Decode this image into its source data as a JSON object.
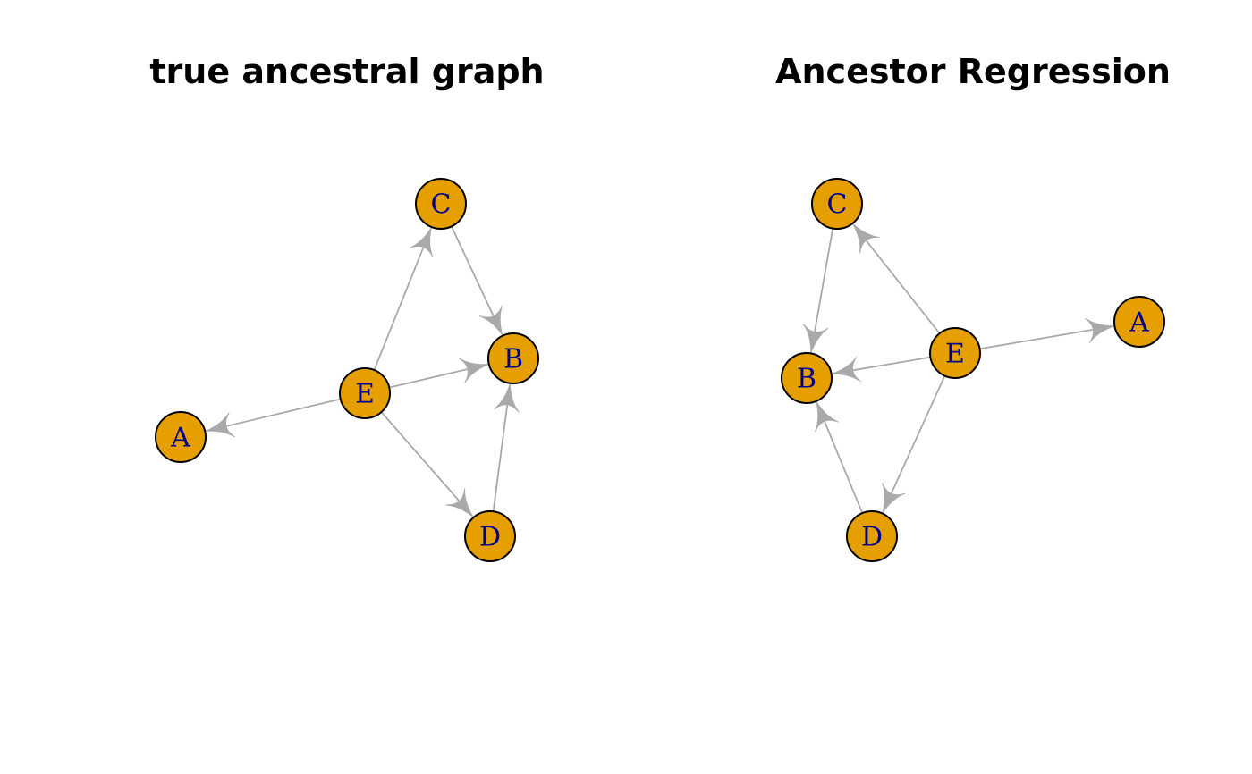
{
  "colors": {
    "node_fill": "#e69f00",
    "node_stroke": "#000000",
    "edge": "#a9a9a9",
    "label": "#00008b",
    "title": "#000000"
  },
  "panels": [
    {
      "title": "true ancestral graph",
      "nodes": [
        {
          "id": "A",
          "label": "A"
        },
        {
          "id": "B",
          "label": "B"
        },
        {
          "id": "C",
          "label": "C"
        },
        {
          "id": "D",
          "label": "D"
        },
        {
          "id": "E",
          "label": "E"
        }
      ],
      "edges": [
        {
          "from": "E",
          "to": "A"
        },
        {
          "from": "E",
          "to": "B"
        },
        {
          "from": "E",
          "to": "C"
        },
        {
          "from": "E",
          "to": "D"
        },
        {
          "from": "C",
          "to": "B"
        },
        {
          "from": "D",
          "to": "B"
        }
      ]
    },
    {
      "title": "Ancestor Regression",
      "nodes": [
        {
          "id": "A",
          "label": "A"
        },
        {
          "id": "B",
          "label": "B"
        },
        {
          "id": "C",
          "label": "C"
        },
        {
          "id": "D",
          "label": "D"
        },
        {
          "id": "E",
          "label": "E"
        }
      ],
      "edges": [
        {
          "from": "E",
          "to": "A"
        },
        {
          "from": "E",
          "to": "B"
        },
        {
          "from": "E",
          "to": "C"
        },
        {
          "from": "E",
          "to": "D"
        },
        {
          "from": "C",
          "to": "B"
        },
        {
          "from": "D",
          "to": "B"
        }
      ]
    }
  ]
}
